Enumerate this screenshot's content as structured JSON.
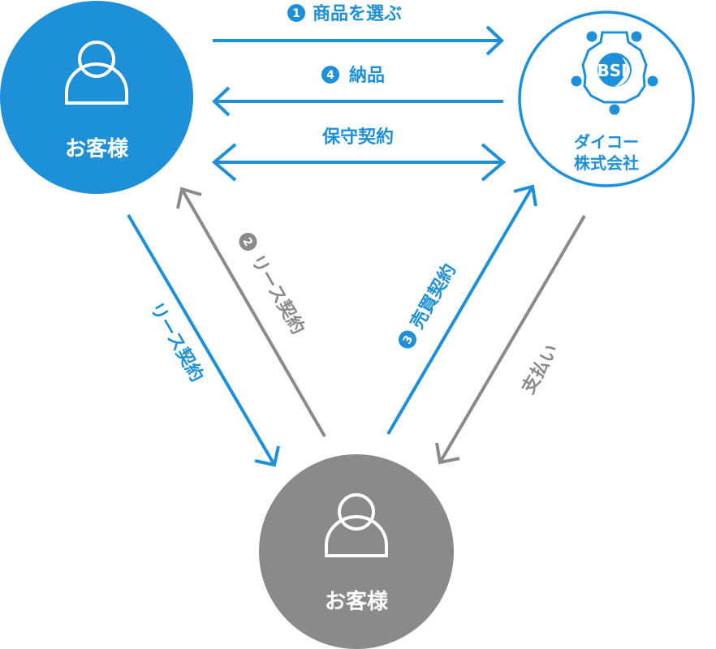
{
  "colors": {
    "blue": "#1e90d9",
    "gray": "#8a8a8a",
    "white": "#ffffff"
  },
  "nodes": {
    "customer_top": {
      "label": "お客様",
      "icon": "person-icon"
    },
    "company": {
      "label_line1": "ダイコー",
      "label_line2": "株式会社",
      "icon": "gear-logo-icon",
      "logo_text": "BSI"
    },
    "customer_bottom": {
      "label": "お客様",
      "icon": "person-icon"
    }
  },
  "edges": {
    "select_product": {
      "step": "1",
      "label": "商品を選ぶ"
    },
    "delivery": {
      "step": "4",
      "label": "納品"
    },
    "maintenance": {
      "label": "保守契約"
    },
    "lease_gray": {
      "step": "2",
      "label": "リース契約"
    },
    "lease_blue": {
      "label": "リース契約"
    },
    "sales_contract": {
      "step": "3",
      "label": "売買契約"
    },
    "payment": {
      "label": "支払い"
    }
  }
}
